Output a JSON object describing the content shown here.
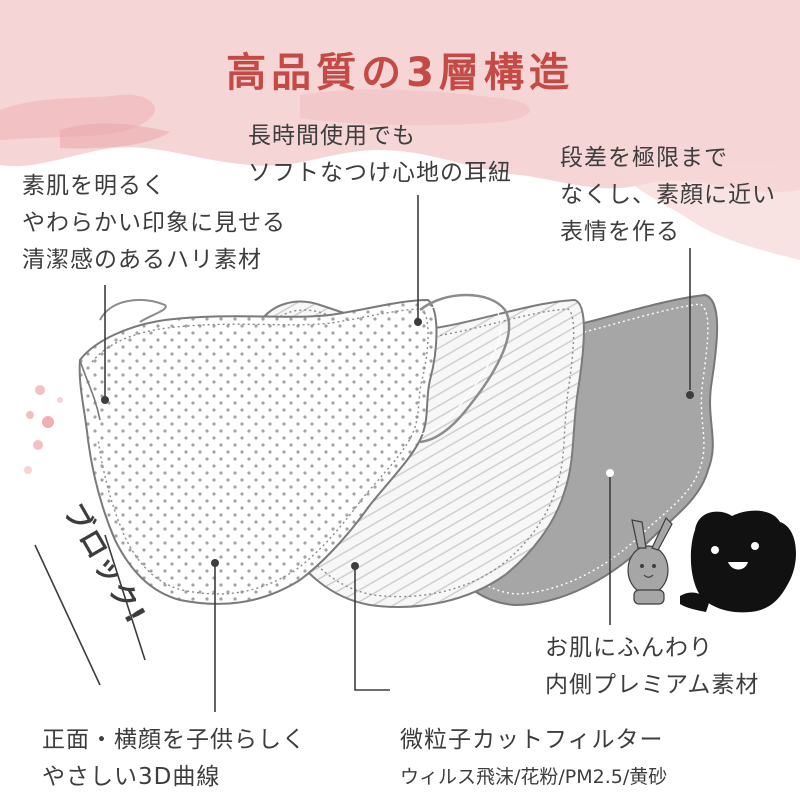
{
  "title": "高品質の3層構造",
  "colors": {
    "title": "#c44a45",
    "text": "#3d3d3d",
    "wash": "#f3c9cb",
    "wash_deep": "#e79ea3",
    "inner_mask": "#a6a6a6",
    "outline": "#8c8c8c",
    "leader": "#3d3d3d"
  },
  "captions": {
    "ear_loop": [
      "長時間使用でも",
      "ソフトなつけ心地の耳紐"
    ],
    "outer": [
      "素肌を明るく",
      "やわらかい印象に見せる",
      "清潔感のあるハリ素材"
    ],
    "edge": [
      "段差を極限まで",
      "なくし、素顔に近い",
      "表情を作る"
    ],
    "inner": [
      "お肌にふんわり",
      "内側プレミアム素材"
    ],
    "shape": [
      "正面・横顔を子供らしく",
      "やさしい3D曲線"
    ],
    "filter": {
      "main": "微粒子カットフィルター",
      "sub": "ウィルス飛沫/花粉/PM2.5/黄砂"
    }
  },
  "block_text": "ブロック!",
  "icons": {
    "outer_layer": "polka-dot-mask-icon",
    "middle_layer": "striped-filter-mask-icon",
    "inner_layer": "gray-inner-mask-icon",
    "mascots": "rabbit-and-bear-icon"
  }
}
